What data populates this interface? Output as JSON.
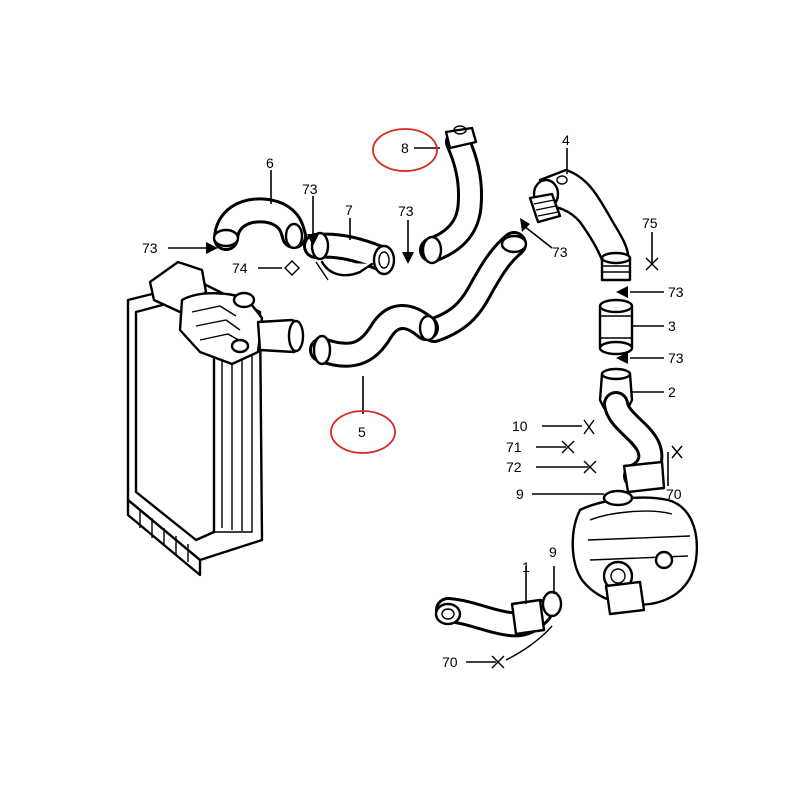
{
  "diagram": {
    "labels": {
      "l8": "8",
      "l4": "4",
      "l6": "6",
      "l73a": "73",
      "l7": "7",
      "l73b": "73",
      "l75": "75",
      "l73c": "73",
      "l73d": "73",
      "l74": "74",
      "l73e": "73",
      "l3": "3",
      "l73f": "73",
      "l2": "2",
      "l5": "5",
      "l10": "10",
      "l71": "71",
      "l72": "72",
      "l9a": "9",
      "l70a": "70",
      "l9b": "9",
      "l1": "1",
      "l70b": "70"
    },
    "highlight_color": "#d62a24"
  }
}
